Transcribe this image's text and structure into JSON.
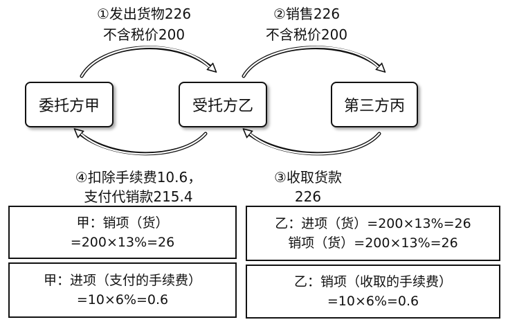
{
  "nodes": {
    "a": "委托方甲",
    "b": "受托方乙",
    "c": "第三方丙"
  },
  "flows": {
    "step1_line1": "①发出货物226",
    "step1_line2": "不含税价200",
    "step2_line1": "②销售226",
    "step2_line2": "不含税价200",
    "step3_line1": "③收取货款",
    "step3_line2": "226",
    "step4_line1": "④扣除手续费10.6，",
    "step4_line2": "支付代销款215.4"
  },
  "boxes": {
    "jia_output_line1": "甲：销项（货）",
    "jia_output_line2": "=200×13%=26",
    "yi_goods_line1": "乙：进项（货）=200×13%=26",
    "yi_goods_line2": "销项（货）=200×13%=26",
    "jia_input_line1": "甲：进项（支付的手续费）",
    "jia_input_line2": "=10×6%=0.6",
    "yi_fee_line1": "乙：销项（收取的手续费）",
    "yi_fee_line2": "=10×6%=0.6"
  }
}
